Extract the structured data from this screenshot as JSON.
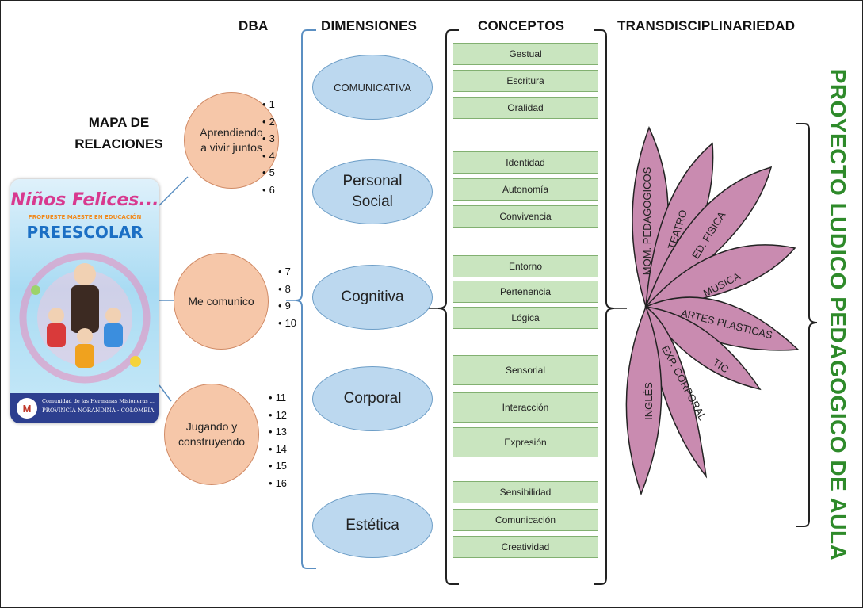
{
  "headers": {
    "dba": "DBA",
    "dimensiones": "DIMENSIONES",
    "conceptos": "CONCEPTOS",
    "transdisciplinariedad": "TRANSDISCIPLINARIEDAD"
  },
  "title": {
    "line1": "MAPA DE",
    "line2": "RELACIONES"
  },
  "cover": {
    "title": "Niños Felices...",
    "subtitle": "PROPUESTE MAESTE EN EDUCACIÓN",
    "level": "PREESCOLAR",
    "footer_line1": "Comunidad de las Hermanas Misioneras ...",
    "footer_line2": "PROVINCIA NORANDINA - COLOMBIA"
  },
  "dba_nodes": [
    {
      "line1": "Aprendiendo",
      "line2": "a vivir juntos",
      "numbers": [
        "1",
        "2",
        "3",
        "4",
        "5",
        "6"
      ]
    },
    {
      "line1": "Me comunico",
      "line2": "",
      "numbers": [
        "7",
        "8",
        "9",
        "10"
      ]
    },
    {
      "line1": "Jugando y",
      "line2": "construyendo",
      "numbers": [
        "11",
        "12",
        "13",
        "14",
        "15",
        "16"
      ]
    }
  ],
  "dimensions": [
    {
      "line1": "COMUNICATIVA",
      "line2": ""
    },
    {
      "line1": "Personal",
      "line2": "Social"
    },
    {
      "line1": "Cognitiva",
      "line2": ""
    },
    {
      "line1": "Corporal",
      "line2": ""
    },
    {
      "line1": "Estética",
      "line2": ""
    }
  ],
  "concepts": [
    [
      "Gestual",
      "Escritura",
      "Oralidad"
    ],
    [
      "Identidad",
      "Autonomía",
      "Convivencia"
    ],
    [
      "Entorno",
      "Pertenencia",
      "Lógica"
    ],
    [
      "Sensorial",
      "Interacción",
      "Expresión"
    ],
    [
      "Sensibilidad",
      "Comunicación",
      "Creatividad"
    ]
  ],
  "petals": [
    "MOM. PEDAGOGICOS",
    "TEATRO",
    "ED. FISICA",
    "MUSICA",
    "ARTES PLASTICAS",
    "TIC",
    "EXP. CORPORAL",
    "INGLÉS"
  ],
  "project_title": "PROYECTO LUDICO PEDAGOGICO DE AULA",
  "colors": {
    "dba_fill": "#f6c7a9",
    "dimension_fill": "#bcd8ef",
    "concept_fill": "#c9e5bf",
    "petal_fill": "#c98bb0",
    "project_text": "#2e8a2a",
    "connector": "#6d9ec7"
  }
}
